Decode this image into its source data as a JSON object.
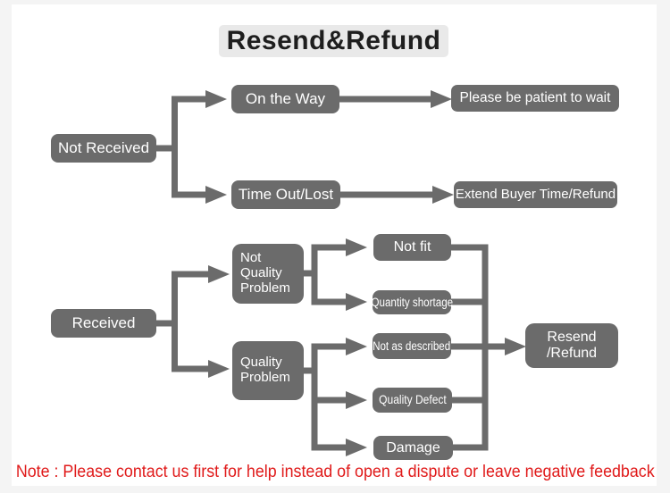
{
  "title": "Resend&Refund",
  "note": "Note : Please contact us first for help instead of open a dispute or leave negative feedback",
  "colors": {
    "box_fill": "#6b6b6b",
    "box_text": "#ffffff",
    "title_bg": "#e9e9e9",
    "title_text": "#1e1e1e",
    "note_text": "#e01a1a",
    "panel_bg": "#ffffff",
    "frame_bg": "#f4f4f4"
  },
  "nodes": {
    "not_received": "Not Received",
    "on_the_way": "On the Way",
    "please_wait": "Please be patient to wait",
    "time_out_lost": "Time Out/Lost",
    "extend_time": "Extend Buyer Time/Refund",
    "received": "Received",
    "not_quality_problem": "Not\nQuality\nProblem",
    "quality_problem": "Quality\nProblem",
    "not_fit": "Not fit",
    "quantity_shortage": "Quantity shortage",
    "not_as_described": "Not as described",
    "quality_defect": "Quality Defect",
    "damage": "Damage",
    "resend_refund": "Resend\n/Refund"
  },
  "flow": {
    "not_received_paths": [
      {
        "from": "Not Received",
        "via": "On the Way",
        "to": "Please be patient to wait"
      },
      {
        "from": "Not Received",
        "via": "Time Out/Lost",
        "to": "Extend Buyer Time/Refund"
      }
    ],
    "received_paths": [
      {
        "from": "Received",
        "via": "Not Quality Problem",
        "reasons": [
          "Not fit",
          "Quantity shortage"
        ],
        "to": "Resend /Refund"
      },
      {
        "from": "Received",
        "via": "Quality Problem",
        "reasons": [
          "Not as described",
          "Quality Defect",
          "Damage"
        ],
        "to": "Resend /Refund"
      }
    ]
  }
}
